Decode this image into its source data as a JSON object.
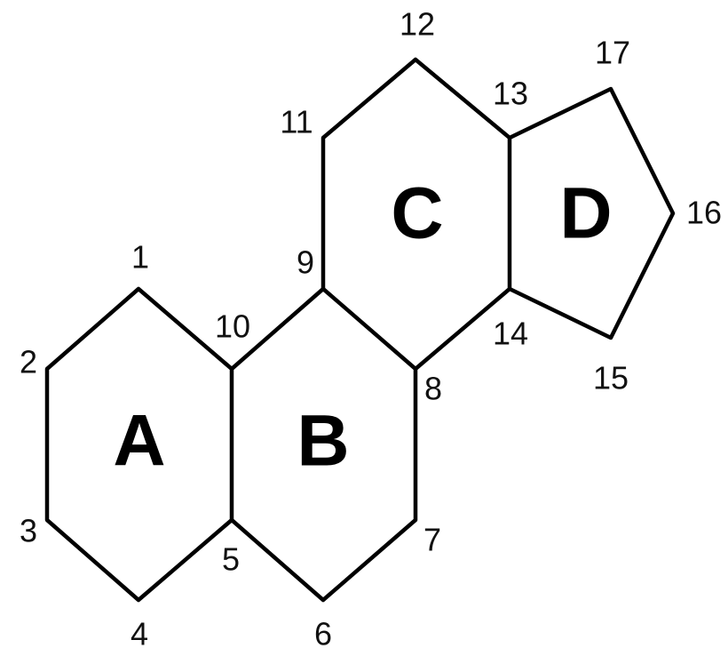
{
  "diagram": {
    "ring_labels": {
      "A": "A",
      "B": "B",
      "C": "C",
      "D": "D"
    },
    "atom_labels": {
      "c1": "1",
      "c2": "2",
      "c3": "3",
      "c4": "4",
      "c5": "5",
      "c6": "6",
      "c7": "7",
      "c8": "8",
      "c9": "9",
      "c10": "10",
      "c11": "11",
      "c12": "12",
      "c13": "13",
      "c14": "14",
      "c15": "15",
      "c16": "16",
      "c17": "17"
    },
    "colors": {
      "stroke": "#000000",
      "text": "#111111",
      "background": "#ffffff"
    }
  }
}
